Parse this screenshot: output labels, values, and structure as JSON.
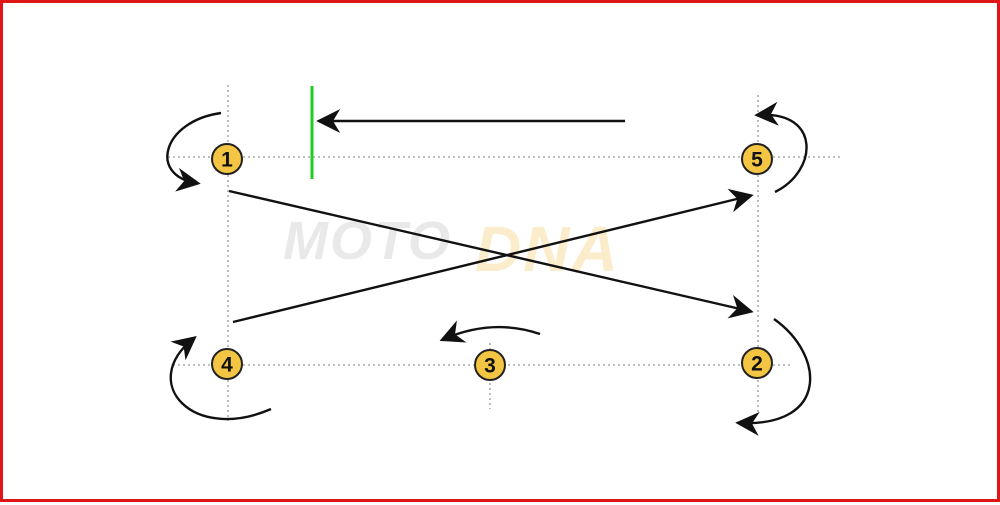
{
  "watermark": {
    "part1": "MOTO",
    "part2": "DNA"
  },
  "cones": [
    {
      "label": "1"
    },
    {
      "label": "2"
    },
    {
      "label": "3"
    },
    {
      "label": "4"
    },
    {
      "label": "5"
    }
  ],
  "colors": {
    "frame": "#e01515",
    "cone_fill": "#f4c542",
    "cone_stroke": "#222222",
    "gate_line": "#22cc22",
    "arrow": "#111111",
    "guide_line": "#999999"
  }
}
